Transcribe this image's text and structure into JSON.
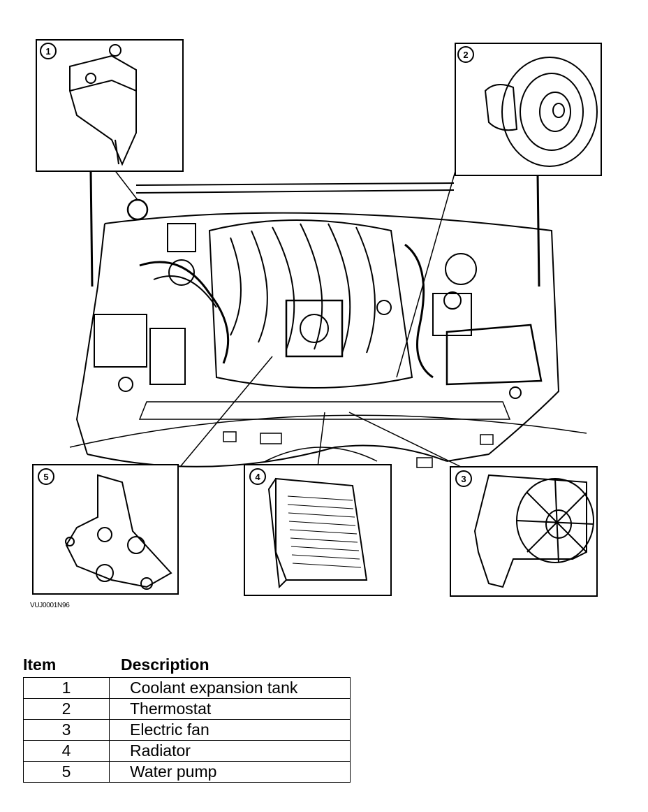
{
  "figure_id": "VUJ0001N96",
  "callouts": {
    "c1": "1",
    "c2": "2",
    "c3": "3",
    "c4": "4",
    "c5": "5"
  },
  "legend": {
    "item_header": "Item",
    "description_header": "Description",
    "rows": [
      {
        "item": "1",
        "description": "Coolant expansion tank"
      },
      {
        "item": "2",
        "description": "Thermostat"
      },
      {
        "item": "3",
        "description": "Electric fan"
      },
      {
        "item": "4",
        "description": "Radiator"
      },
      {
        "item": "5",
        "description": "Water pump"
      }
    ]
  }
}
